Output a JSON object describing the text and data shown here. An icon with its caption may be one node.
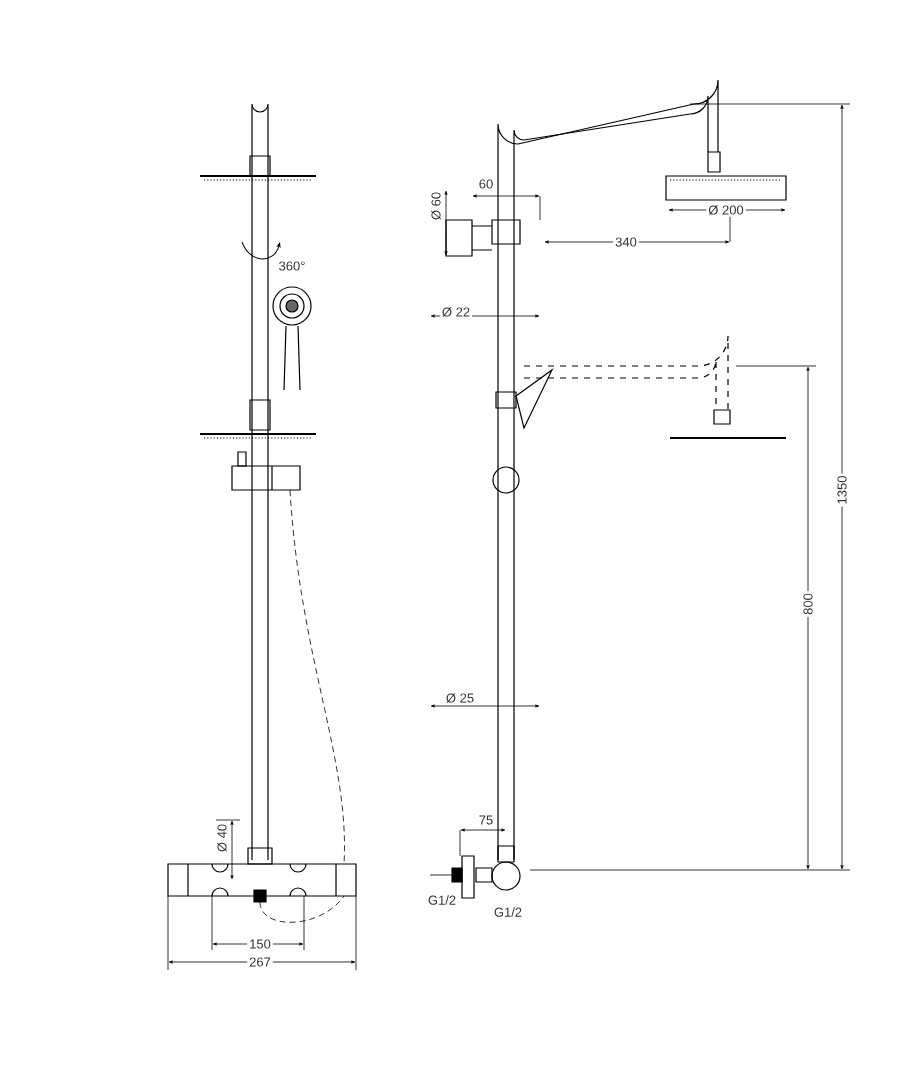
{
  "diagram": {
    "labels": [
      "360°",
      "Ø 60",
      "60",
      "Ø 200",
      "340",
      "Ø 22",
      "1350",
      "800",
      "Ø 25",
      "Ø 40",
      "75",
      "G1/2",
      "G1/2",
      "150",
      "267"
    ]
  }
}
